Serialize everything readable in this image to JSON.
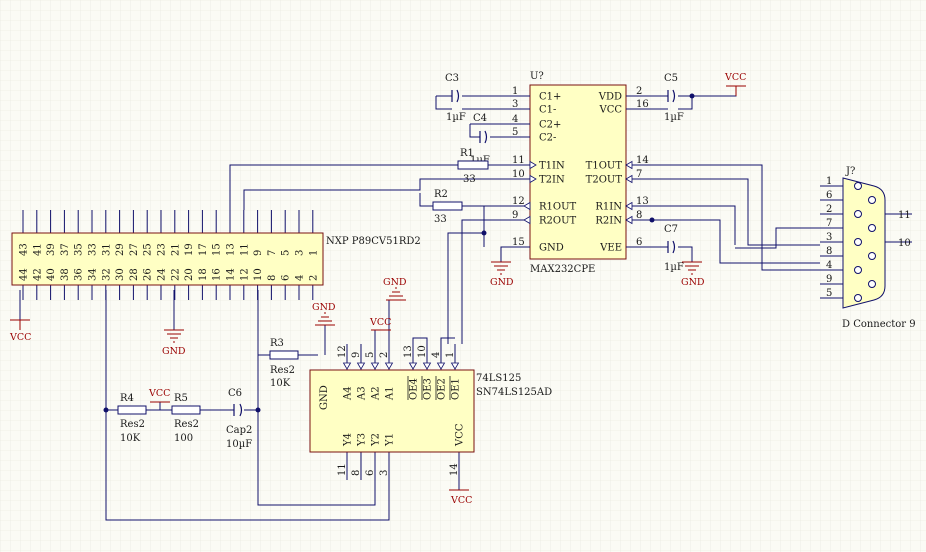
{
  "components": {
    "mcu": {
      "name": "NXP P89CV51RD2",
      "top_pins": [
        "43",
        "41",
        "39",
        "37",
        "35",
        "33",
        "31",
        "29",
        "27",
        "25",
        "23",
        "21",
        "19",
        "17",
        "15",
        "13",
        "11",
        "9",
        "7",
        "5",
        "3",
        "1"
      ],
      "bottom_pins": [
        "44",
        "42",
        "40",
        "38",
        "36",
        "34",
        "32",
        "30",
        "28",
        "26",
        "24",
        "22",
        "20",
        "18",
        "16",
        "14",
        "12",
        "10",
        "8",
        "6",
        "4",
        "2"
      ]
    },
    "max232": {
      "ref": "U?",
      "name": "MAX232CPE",
      "left_pins": [
        {
          "num": "1",
          "name": "C1+"
        },
        {
          "num": "3",
          "name": "C1-"
        },
        {
          "num": "4",
          "name": "C2+"
        },
        {
          "num": "5",
          "name": "C2-"
        },
        {
          "num": "11",
          "name": "T1IN"
        },
        {
          "num": "10",
          "name": "T2IN"
        },
        {
          "num": "12",
          "name": "R1OUT"
        },
        {
          "num": "9",
          "name": "R2OUT"
        },
        {
          "num": "15",
          "name": "GND"
        }
      ],
      "right_pins": [
        {
          "num": "2",
          "name": "VDD"
        },
        {
          "num": "16",
          "name": "VCC"
        },
        {
          "num": "14",
          "name": "T1OUT"
        },
        {
          "num": "7",
          "name": "T2OUT"
        },
        {
          "num": "13",
          "name": "R1IN"
        },
        {
          "num": "8",
          "name": "R2IN"
        },
        {
          "num": "6",
          "name": "VEE"
        }
      ]
    },
    "buffer": {
      "name_line1": "74LS125",
      "name_line2": "SN74LS125AD",
      "top_pins": [
        {
          "num": "12",
          "name": "A4"
        },
        {
          "num": "9",
          "name": "A3"
        },
        {
          "num": "5",
          "name": "A2"
        },
        {
          "num": "2",
          "name": "A1"
        },
        {
          "num": "13",
          "name": "OE4"
        },
        {
          "num": "10",
          "name": "OE3"
        },
        {
          "num": "4",
          "name": "OE2"
        },
        {
          "num": "1",
          "name": "OE1"
        }
      ],
      "bottom_pins": [
        {
          "num": "11",
          "name": "Y4"
        },
        {
          "num": "8",
          "name": "Y3"
        },
        {
          "num": "6",
          "name": "Y2"
        },
        {
          "num": "3",
          "name": "Y1"
        },
        {
          "num": "14",
          "name": "VCC"
        }
      ],
      "gnd_label": "GND"
    },
    "dconn": {
      "ref": "J?",
      "name": "D Connector 9",
      "pins": [
        "1",
        "6",
        "2",
        "7",
        "3",
        "8",
        "4",
        "9",
        "5"
      ],
      "net_11": "11",
      "net_10": "10"
    },
    "caps": {
      "c3": {
        "ref": "C3",
        "value": "1µF"
      },
      "c4": {
        "ref": "C4",
        "value": "1µF"
      },
      "c5": {
        "ref": "C5",
        "value": "1µF"
      },
      "c7": {
        "ref": "C7",
        "value": "1µF"
      },
      "c6": {
        "ref": "C6",
        "type": "Cap2",
        "value": "10µF"
      }
    },
    "resistors": {
      "r1": {
        "ref": "R1",
        "value": "33"
      },
      "r2": {
        "ref": "R2",
        "value": "33"
      },
      "r3": {
        "ref": "R3",
        "type": "Res2",
        "value": "10K"
      },
      "r4": {
        "ref": "R4",
        "type": "Res2",
        "value": "10K"
      },
      "r5": {
        "ref": "R5",
        "type": "Res2",
        "value": "100"
      }
    }
  },
  "power": {
    "vcc": "VCC",
    "gnd": "GND"
  },
  "colors": {
    "wire": "#10106a",
    "component_fill": "#ffffc4",
    "component_border": "#7a1010",
    "power": "#9a0000",
    "grid": "#e6e6dc",
    "background": "#fbfbf5"
  }
}
